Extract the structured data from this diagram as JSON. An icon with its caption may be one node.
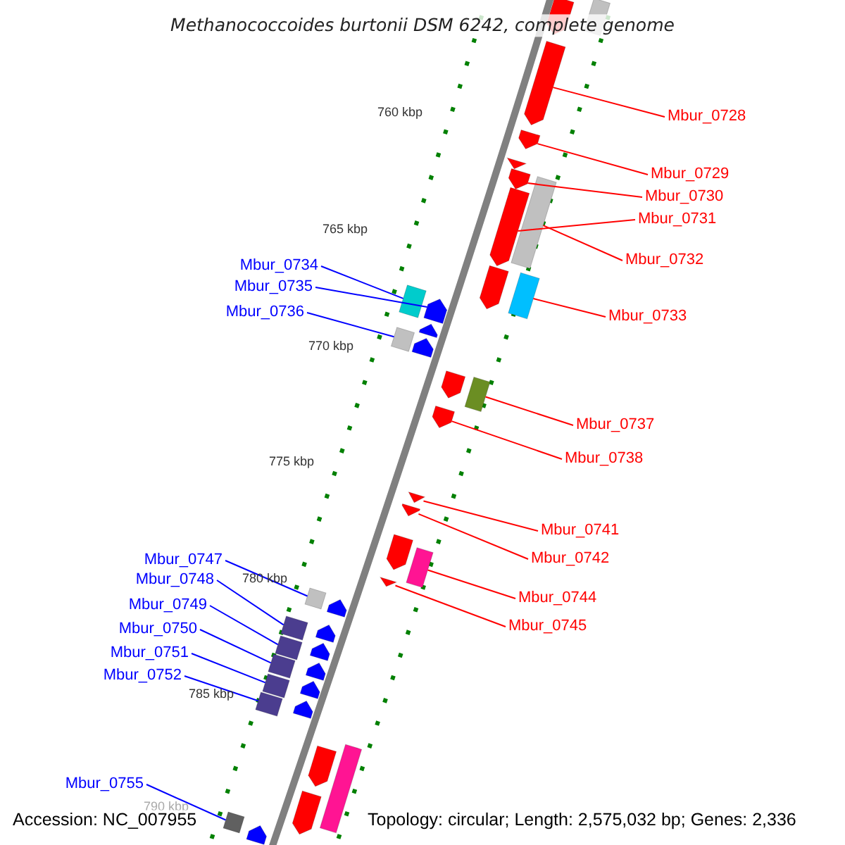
{
  "diagram": {
    "title": "Methanococcoides burtonii DSM 6242, complete genome",
    "nodes": [
      {
        "text": [
          "Mbur_0728"
        ]
      },
      {
        "text": [
          "Mbur_0729"
        ]
      },
      {
        "text": [
          "Mbur_0730"
        ]
      },
      {
        "text": [
          "Mbur_0731"
        ]
      },
      {
        "text": [
          "Mbur_0732"
        ]
      },
      {
        "text": [
          "Mbur_0733"
        ]
      },
      {
        "text": [
          "Mbur_0734"
        ]
      },
      {
        "text": [
          "Mbur_0735"
        ]
      },
      {
        "text": [
          "Mbur_0736"
        ]
      },
      {
        "text": [
          "Mbur_0737"
        ]
      },
      {
        "text": [
          "Mbur_0738"
        ]
      },
      {
        "text": [
          "Mbur_0741"
        ]
      },
      {
        "text": [
          "Mbur_0742"
        ]
      },
      {
        "text": [
          "Mbur_0744"
        ]
      },
      {
        "text": [
          "Mbur_0745"
        ]
      },
      {
        "text": [
          "Mbur_0747"
        ]
      },
      {
        "text": [
          "Mbur_0748"
        ]
      },
      {
        "text": [
          "Mbur_0749"
        ]
      },
      {
        "text": [
          "Mbur_0750"
        ]
      },
      {
        "text": [
          "Mbur_0751"
        ]
      },
      {
        "text": [
          "Mbur_0752"
        ]
      },
      {
        "text": [
          "Mbur_0755"
        ]
      },
      {
        "text": [],
        "shape": "pentagon"
      },
      {
        "text": [],
        "shape": "box"
      },
      {
        "text": [],
        "shape": "pentagon"
      },
      {
        "text": [],
        "shape": "pentagon"
      },
      {
        "text": [],
        "shape": "pentagon"
      },
      {
        "text": [],
        "shape": "pentagon"
      },
      {
        "text": [],
        "shape": "box"
      },
      {
        "text": [],
        "shape": "pentagon"
      },
      {
        "text": [],
        "shape": "pentagon"
      },
      {
        "text": [],
        "shape": "box"
      },
      {
        "text": [],
        "shape": "box"
      },
      {
        "text": [],
        "shape": "pentagon"
      },
      {
        "text": [],
        "shape": "pentagon"
      },
      {
        "text": [],
        "shape": "box"
      },
      {
        "text": [],
        "shape": "pentagon"
      },
      {
        "text": [],
        "shape": "pentagon"
      },
      {
        "text": [],
        "shape": "box"
      },
      {
        "text": [],
        "shape": "pentagon"
      },
      {
        "text": [],
        "shape": "pentagon"
      },
      {
        "text": [],
        "shape": "pentagon"
      },
      {
        "text": [],
        "shape": "pentagon"
      },
      {
        "text": [],
        "shape": "box"
      },
      {
        "text": [],
        "shape": "pentagon"
      },
      {
        "text": [],
        "shape": "box"
      },
      {
        "text": [],
        "shape": "pentagon"
      },
      {
        "text": [],
        "shape": "box"
      },
      {
        "text": [],
        "shape": "box"
      },
      {
        "text": [],
        "shape": "box"
      },
      {
        "text": [],
        "shape": "box"
      },
      {
        "text": [],
        "shape": "box"
      },
      {
        "text": [],
        "shape": "pentagon"
      },
      {
        "text": [],
        "shape": "pentagon"
      },
      {
        "text": [],
        "shape": "pentagon"
      },
      {
        "text": [],
        "shape": "pentagon"
      },
      {
        "text": [],
        "shape": "pentagon"
      },
      {
        "text": [],
        "shape": "pentagon"
      },
      {
        "text": [],
        "shape": "box"
      },
      {
        "text": [],
        "shape": "pentagon"
      },
      {
        "text": [],
        "shape": "box"
      },
      {
        "text": [],
        "shape": "pentagon"
      }
    ],
    "edges": [
      {
        "from": 0,
        "to": 24,
        "arrow": "none"
      },
      {
        "from": 1,
        "to": 25,
        "arrow": "none"
      },
      {
        "from": 2,
        "to": 27,
        "arrow": "none"
      },
      {
        "from": 3,
        "to": 29,
        "arrow": "none"
      },
      {
        "from": 4,
        "to": 28,
        "arrow": "none"
      },
      {
        "from": 5,
        "to": 31,
        "arrow": "none"
      },
      {
        "from": 6,
        "to": 32,
        "arrow": "none",
        "color": "#0000ff"
      },
      {
        "from": 7,
        "to": 33,
        "arrow": "none",
        "color": "#0000ff"
      },
      {
        "from": 8,
        "to": 35,
        "arrow": "none",
        "color": "#0000ff"
      },
      {
        "from": 9,
        "to": 38,
        "arrow": "none"
      },
      {
        "from": 10,
        "to": 39,
        "arrow": "none"
      },
      {
        "from": 11,
        "to": 40,
        "arrow": "none"
      },
      {
        "from": 12,
        "to": 41,
        "arrow": "none"
      },
      {
        "from": 13,
        "to": 43,
        "arrow": "none"
      },
      {
        "from": 14,
        "to": 44,
        "arrow": "none"
      },
      {
        "from": 15,
        "to": 45,
        "arrow": "none",
        "color": "#0000ff"
      },
      {
        "from": 16,
        "to": 47,
        "arrow": "none",
        "color": "#0000ff"
      },
      {
        "from": 17,
        "to": 48,
        "arrow": "none",
        "color": "#0000ff"
      },
      {
        "from": 18,
        "to": 49,
        "arrow": "none",
        "color": "#0000ff"
      },
      {
        "from": 19,
        "to": 50,
        "arrow": "none",
        "color": "#0000ff"
      },
      {
        "from": 20,
        "to": 51,
        "arrow": "none",
        "color": "#0000ff"
      },
      {
        "from": 21,
        "to": 60,
        "arrow": "none",
        "color": "#0000ff"
      }
    ],
    "labels": [
      "760 kbp",
      "765 kbp",
      "770 kbp",
      "775 kbp",
      "780 kbp",
      "785 kbp",
      "790 kbp",
      "Accession: NC_007955",
      "Topology: circular; Length: 2,575,032 bp; Genes: 2,336"
    ]
  }
}
